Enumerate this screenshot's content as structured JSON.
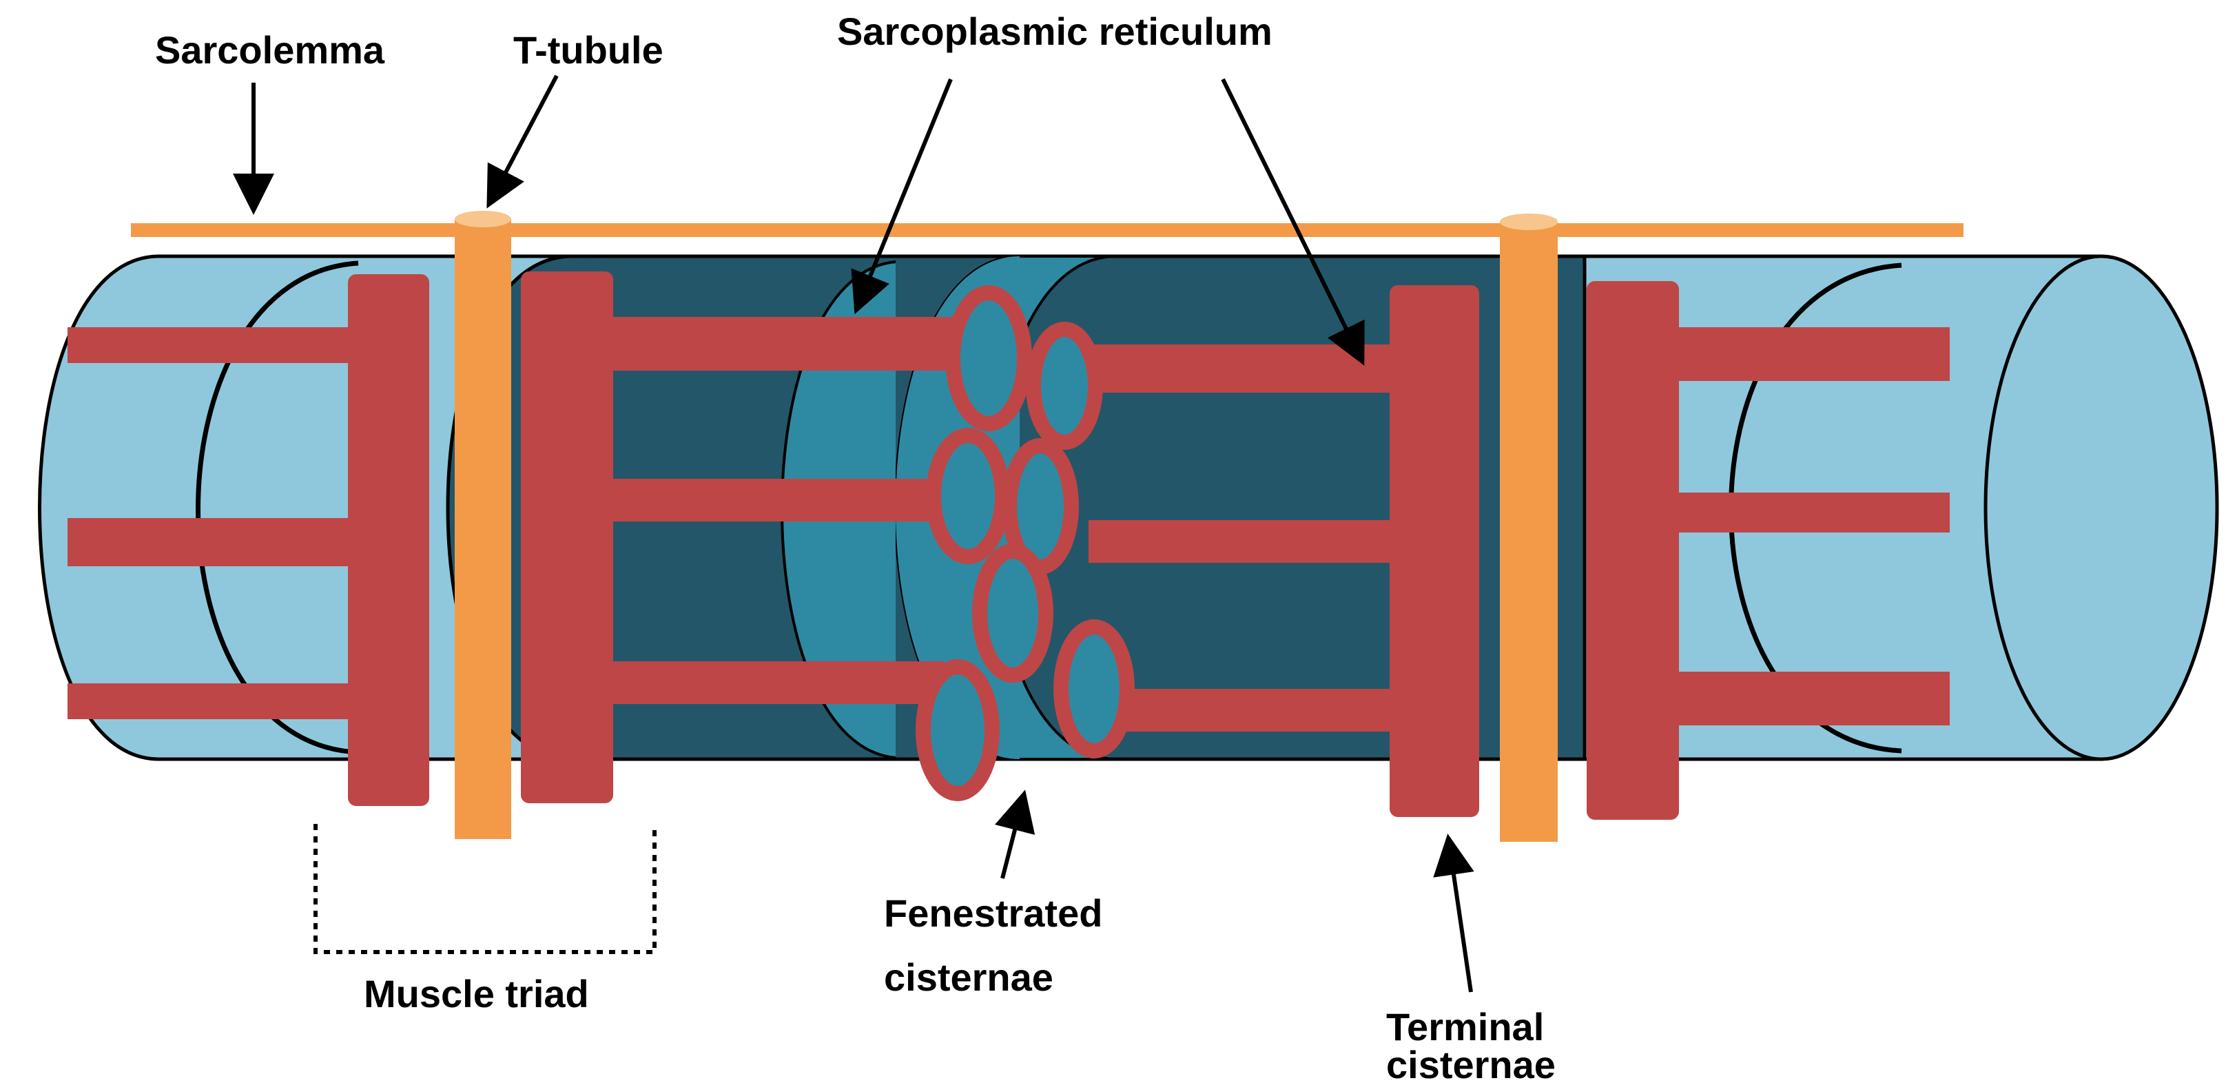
{
  "labels": {
    "sarcolemma": "Sarcolemma",
    "t_tubule": "T-tubule",
    "sarcoplasmic_reticulum": "Sarcoplasmic reticulum",
    "fenestrated_line1": "Fenestrated",
    "fenestrated_line2": "cisternae",
    "muscle_triad": "Muscle triad",
    "terminal_line1": "Terminal",
    "terminal_line2": "cisternae"
  },
  "colors": {
    "fiber_light": "#8fc8dc",
    "fiber_dark": "#245669",
    "fiber_mid": "#2e8aa3",
    "reticulum": "#bf4646",
    "tubule": "#f39a48",
    "outline": "#000000"
  }
}
